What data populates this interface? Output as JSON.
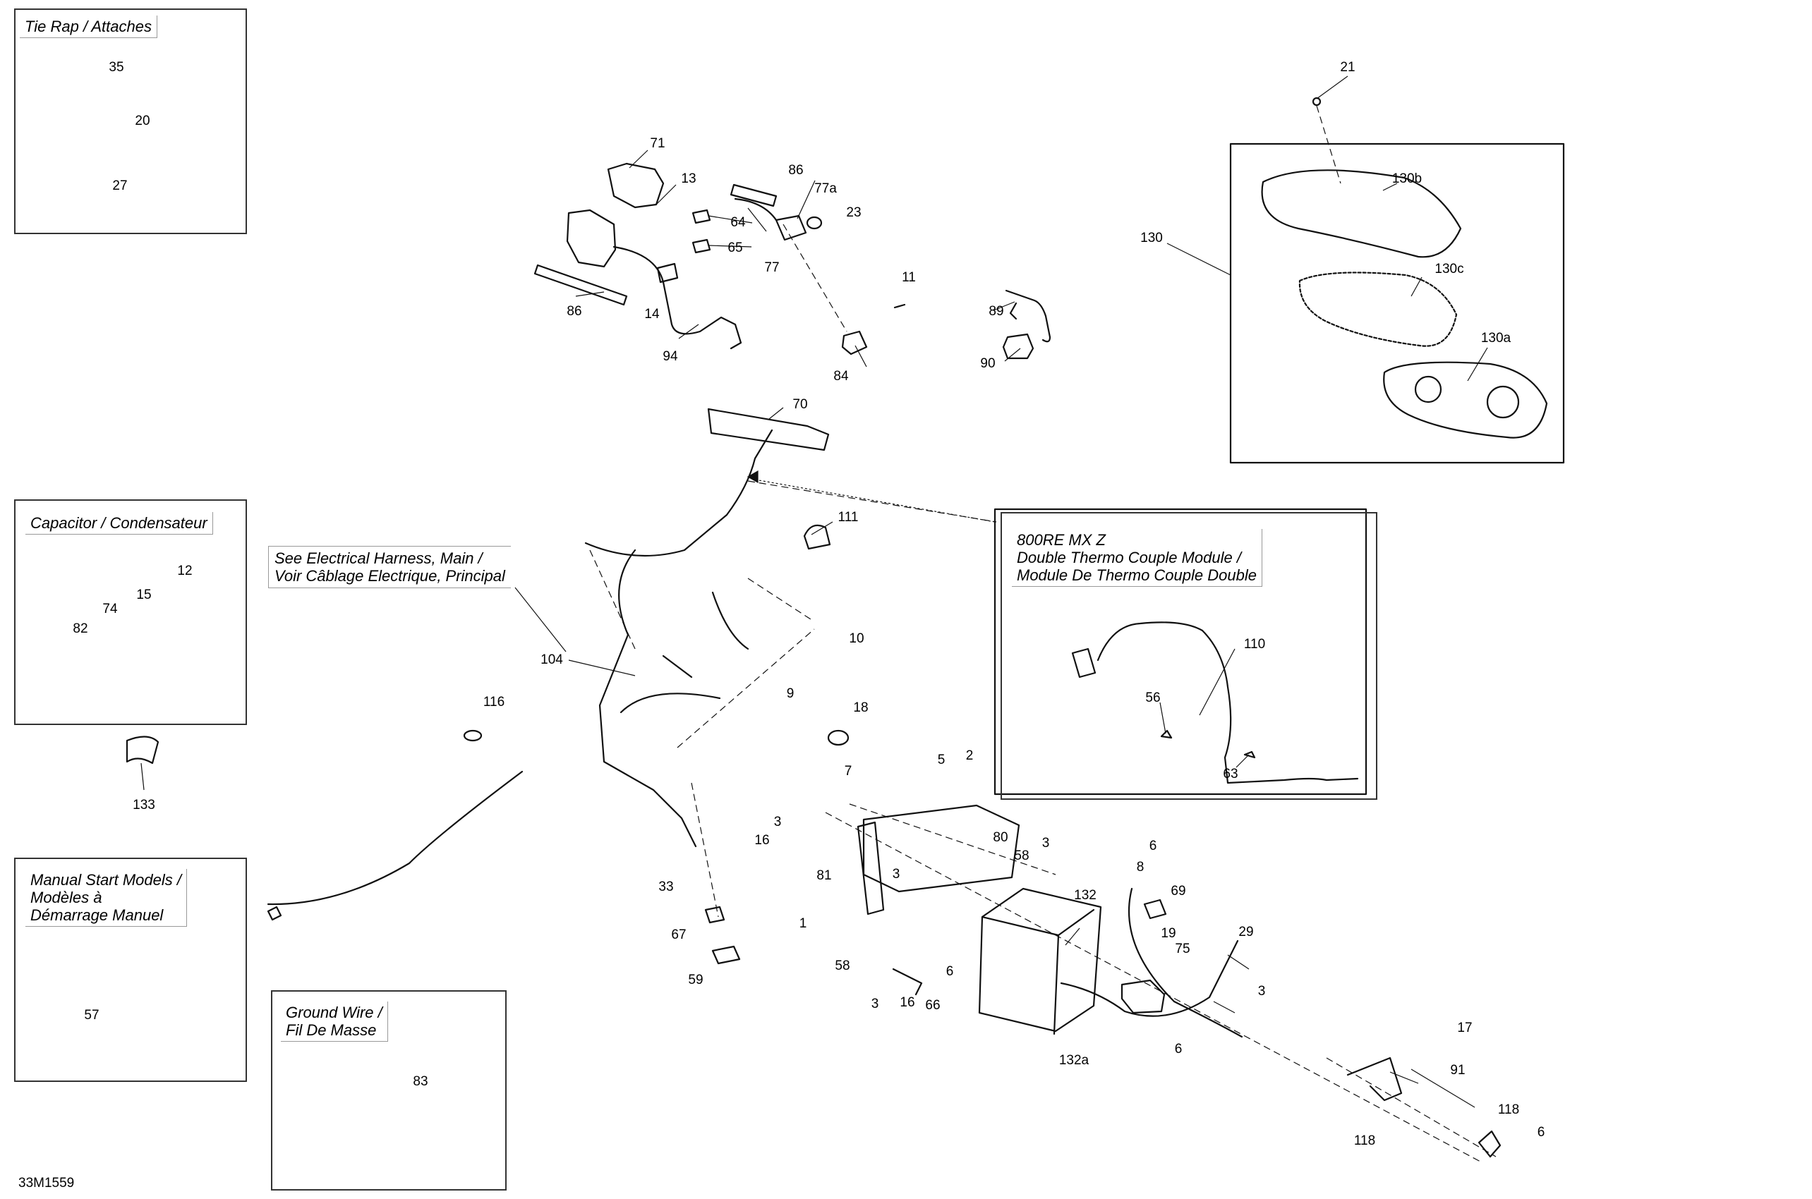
{
  "diagram": {
    "code": "33M1559",
    "boxes": {
      "tie_rap": "Tie Rap / Attaches",
      "capacitor": "Capacitor / Condensateur",
      "manual_start": "Manual Start Models /\nModèles à\nDémarrage Manuel",
      "ground_wire": "Ground Wire /\nFil De Masse",
      "thermo": "800RE MX Z\nDouble Thermo Couple Module /\nModule De Thermo Couple Double"
    },
    "callout_harness": "See Electrical Harness, Main /\nVoir Câblage Electrique, Principal",
    "labels": [
      "35",
      "20",
      "27",
      "12",
      "74",
      "15",
      "82",
      "133",
      "57",
      "83",
      "116",
      "71",
      "13",
      "86",
      "77a",
      "64",
      "23",
      "65",
      "77",
      "86",
      "14",
      "94",
      "11",
      "84",
      "89",
      "90",
      "21",
      "130b",
      "130",
      "130c",
      "130a",
      "70",
      "111",
      "104",
      "10",
      "9",
      "18",
      "110",
      "56",
      "63",
      "5",
      "2",
      "7",
      "3",
      "16",
      "80",
      "3",
      "58",
      "81",
      "3",
      "33",
      "1",
      "58",
      "6",
      "3",
      "16",
      "66",
      "67",
      "59",
      "132",
      "6",
      "8",
      "69",
      "19",
      "75",
      "29",
      "3",
      "132a",
      "6",
      "17",
      "91",
      "118",
      "118",
      "6"
    ]
  }
}
